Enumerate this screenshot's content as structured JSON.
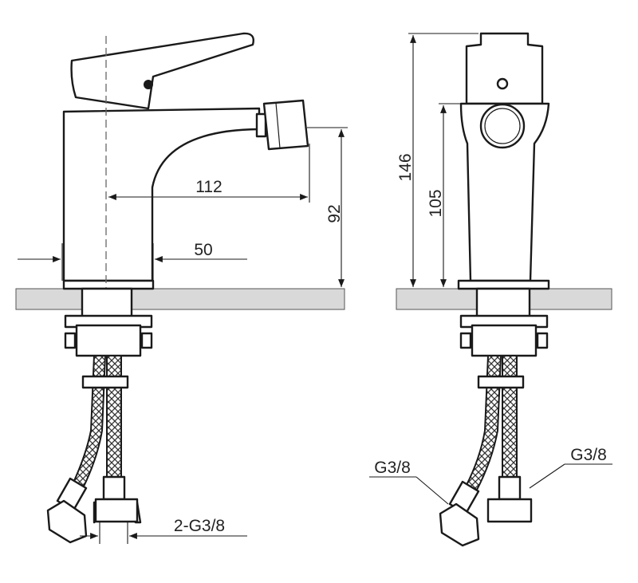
{
  "title": "Bidet faucet dimension drawing",
  "colors": {
    "line": "#1a1a1a",
    "counter": "#d9d9d9",
    "background": "#ffffff"
  },
  "dimensions": {
    "spout_reach": "112",
    "body_width": "50",
    "spout_height": "92",
    "total_height": "146",
    "body_height": "105",
    "connection_front": "2-G3/8",
    "connection_left": "G3/8",
    "connection_right": "G3/8"
  }
}
